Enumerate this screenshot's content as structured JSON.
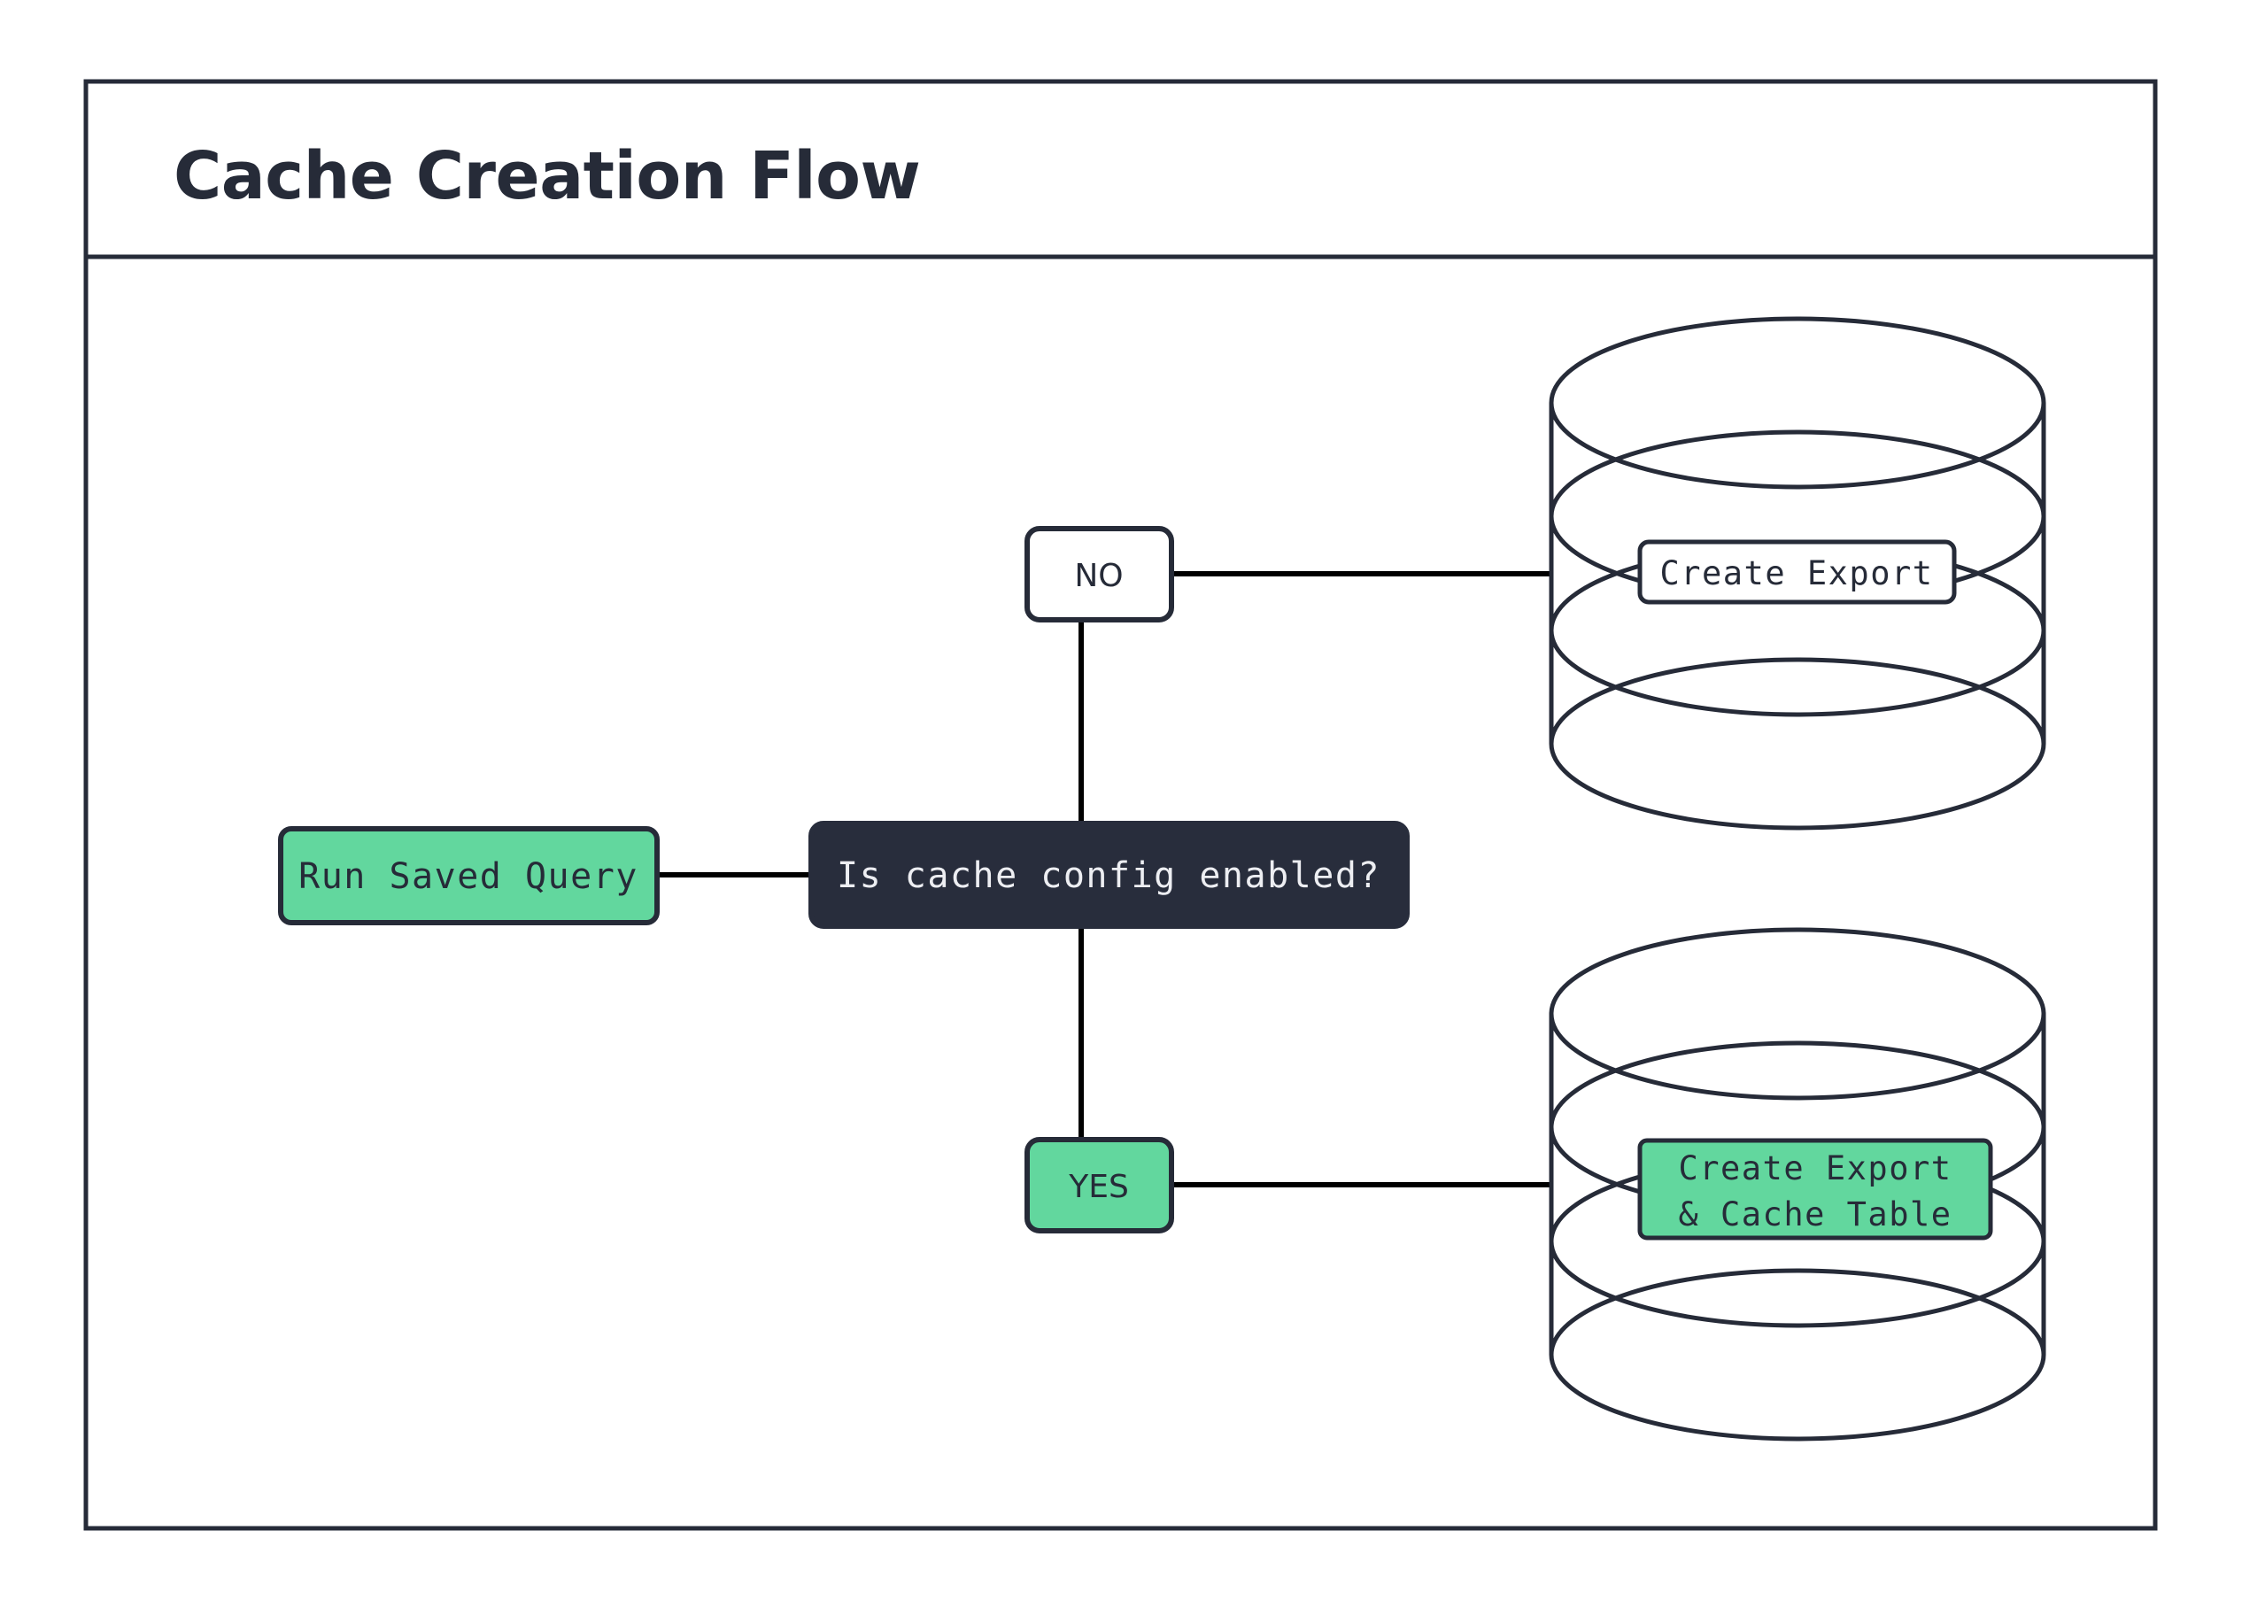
{
  "diagram": {
    "title": "Cache Creation Flow",
    "type": "flowchart",
    "background": "#ffffff",
    "colors": {
      "accent_green": "#62d79e",
      "dark_navy": "#282d3c",
      "stroke": "#262b38",
      "white": "#ffffff",
      "connector": "#000000"
    },
    "nodes": [
      {
        "id": "run-saved-query",
        "label": "Run Saved Query",
        "shape": "rounded-rect",
        "fill": "#62d79e",
        "text_color": "#262b38"
      },
      {
        "id": "is-cache-config-enabled",
        "label": "Is cache config enabled?",
        "shape": "rounded-rect",
        "fill": "#282d3c",
        "text_color": "#edeef2"
      },
      {
        "id": "branch-no",
        "label": "NO",
        "shape": "rounded-rect",
        "fill": "#ffffff",
        "text_color": "#262b38"
      },
      {
        "id": "branch-yes",
        "label": "YES",
        "shape": "rounded-rect",
        "fill": "#62d79e",
        "text_color": "#262b38"
      },
      {
        "id": "database-create-export",
        "label": "Create Export",
        "shape": "cylinder",
        "fill": "#ffffff",
        "text_color": "#262b38"
      },
      {
        "id": "database-create-export-cache-table",
        "label_line1": "Create Export",
        "label_line2": "& Cache Table",
        "shape": "cylinder",
        "fill": "#62d79e",
        "text_color": "#262b38"
      }
    ],
    "edges": [
      {
        "from": "run-saved-query",
        "to": "is-cache-config-enabled",
        "label": ""
      },
      {
        "from": "is-cache-config-enabled",
        "to": "branch-no",
        "label": "NO"
      },
      {
        "from": "is-cache-config-enabled",
        "to": "branch-yes",
        "label": "YES"
      },
      {
        "from": "branch-no",
        "to": "database-create-export",
        "label": ""
      },
      {
        "from": "branch-yes",
        "to": "database-create-export-cache-table",
        "label": ""
      }
    ]
  }
}
